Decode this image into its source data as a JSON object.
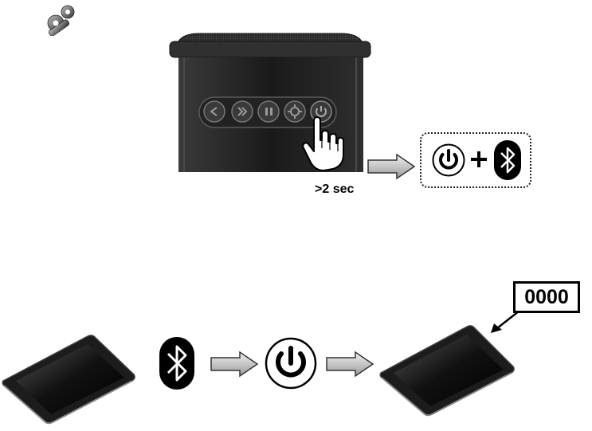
{
  "step1": {
    "duration_label": ">2 sec",
    "speaker_buttons": [
      "previous-button",
      "play-pause-button",
      "next-button",
      "mode-button",
      "power-button"
    ],
    "result_icons": [
      "power-icon",
      "plus-sign",
      "bluetooth-icon"
    ]
  },
  "step2": {
    "sequence": [
      "tablet",
      "bluetooth-icon",
      "arrow",
      "power-icon",
      "arrow",
      "tablet"
    ],
    "pin_code": "0000"
  }
}
